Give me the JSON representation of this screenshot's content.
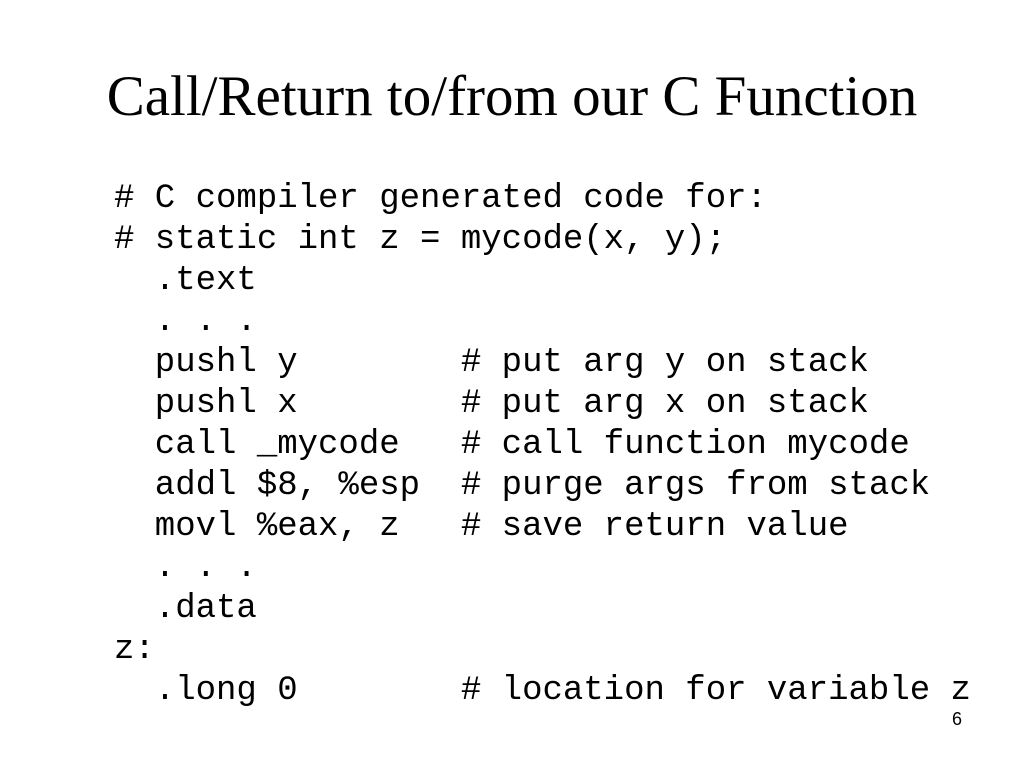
{
  "slide": {
    "title": "Call/Return to/from our C Function",
    "code_lines": [
      "# C compiler generated code for:",
      "# static int z = mycode(x, y);",
      "  .text",
      "  . . .",
      "  pushl y        # put arg y on stack",
      "  pushl x        # put arg x on stack",
      "  call _mycode   # call function mycode",
      "  addl $8, %esp  # purge args from stack",
      "  movl %eax, z   # save return value",
      "  . . .",
      "  .data",
      "z:",
      "  .long 0        # location for variable z"
    ],
    "page_number": "6"
  }
}
